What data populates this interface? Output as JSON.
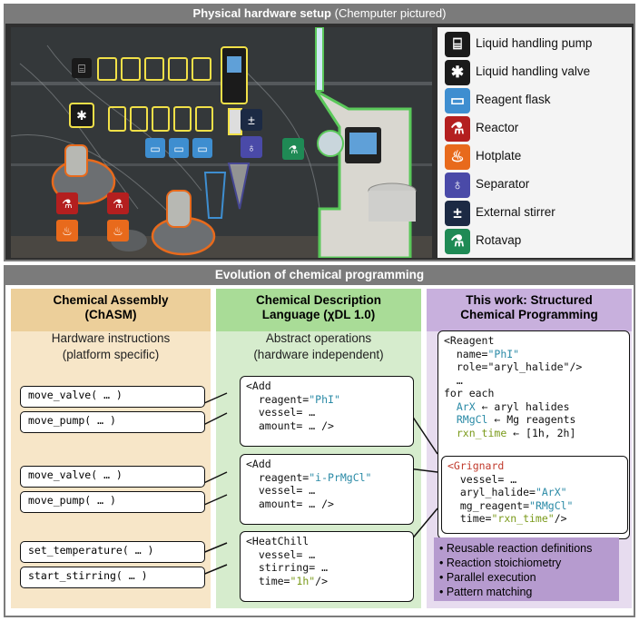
{
  "top": {
    "title_bold": "Physical hardware setup",
    "title_rest": " (Chemputer pictured)"
  },
  "legend": [
    {
      "label": "Liquid handling pump",
      "icon": "syringe-icon",
      "color": "#1a1a1a"
    },
    {
      "label": "Liquid handling valve",
      "icon": "valve-icon",
      "color": "#1a1a1a"
    },
    {
      "label": "Reagent flask",
      "icon": "beaker-icon",
      "color": "#3e8ed0"
    },
    {
      "label": "Reactor",
      "icon": "flask-icon",
      "color": "#b41f1f"
    },
    {
      "label": "Hotplate",
      "icon": "flame-icon",
      "color": "#e86a1c"
    },
    {
      "label": "Separator",
      "icon": "separator-icon",
      "color": "#4a4aa8"
    },
    {
      "label": "External stirrer",
      "icon": "stirrer-icon",
      "color": "#1c2a44"
    },
    {
      "label": "Rotavap",
      "icon": "rotavap-icon",
      "color": "#1f8a55"
    }
  ],
  "bottom": {
    "title": "Evolution of chemical programming",
    "col1": {
      "head1": "Chemical Assembly",
      "head2": "(ChASM)",
      "sub1": "Hardware instructions",
      "sub2": "(platform specific)",
      "pills": [
        "move_valve( … )",
        "move_pump( … )",
        "move_valve( … )",
        "move_pump( … )",
        "set_temperature( … )",
        "start_stirring( … )"
      ]
    },
    "col2": {
      "head1": "Chemical Description",
      "head2": "Language (χDL 1.0)",
      "sub1": "Abstract operations",
      "sub2": "(hardware independent)",
      "add1": {
        "tag": "<Add",
        "reagent_key": "  reagent=",
        "reagent_val": "\"PhI\"",
        "vessel": "  vessel= …",
        "amount": "  amount= … />"
      },
      "add2": {
        "tag": "<Add",
        "reagent_key": "  reagent=",
        "reagent_val": "\"i-PrMgCl\"",
        "vessel": "  vessel= …",
        "amount": "  amount= … />"
      },
      "heat": {
        "tag": "<HeatChill",
        "vessel": "  vessel= …",
        "stirring": "  stirring= …",
        "time_key": "  time=",
        "time_val": "\"1h\"",
        "close": "/>"
      }
    },
    "col3": {
      "head1": "This work: Structured",
      "head2": "Chemical Programming",
      "reagent": {
        "tag": "<Reagent",
        "name_key": "  name=",
        "name_val": "\"PhI\"",
        "role": "  role=\"aryl_halide\"/>",
        "dots": "  …",
        "for": "for each",
        "l1_var": "ArX",
        "l1_rest": " ← aryl halides",
        "l2_var": "RMgCl",
        "l2_rest": " ← Mg reagents",
        "l3_var": "rxn_time",
        "l3_rest": " ← [1h, 2h]"
      },
      "grignard": {
        "tag": "<Grignard",
        "vessel": "  vessel= …",
        "aryl_key": "  aryl_halide=",
        "aryl_val": "\"ArX\"",
        "mg_key": "  mg_reagent=",
        "mg_val": "\"RMgCl\"",
        "time_key": "  time=",
        "time_val": "\"rxn_time\"",
        "close": "/>"
      },
      "features": [
        "• Reusable reaction definitions",
        "• Reaction stoichiometry",
        "• Parallel execution",
        "• Pattern matching"
      ]
    }
  }
}
